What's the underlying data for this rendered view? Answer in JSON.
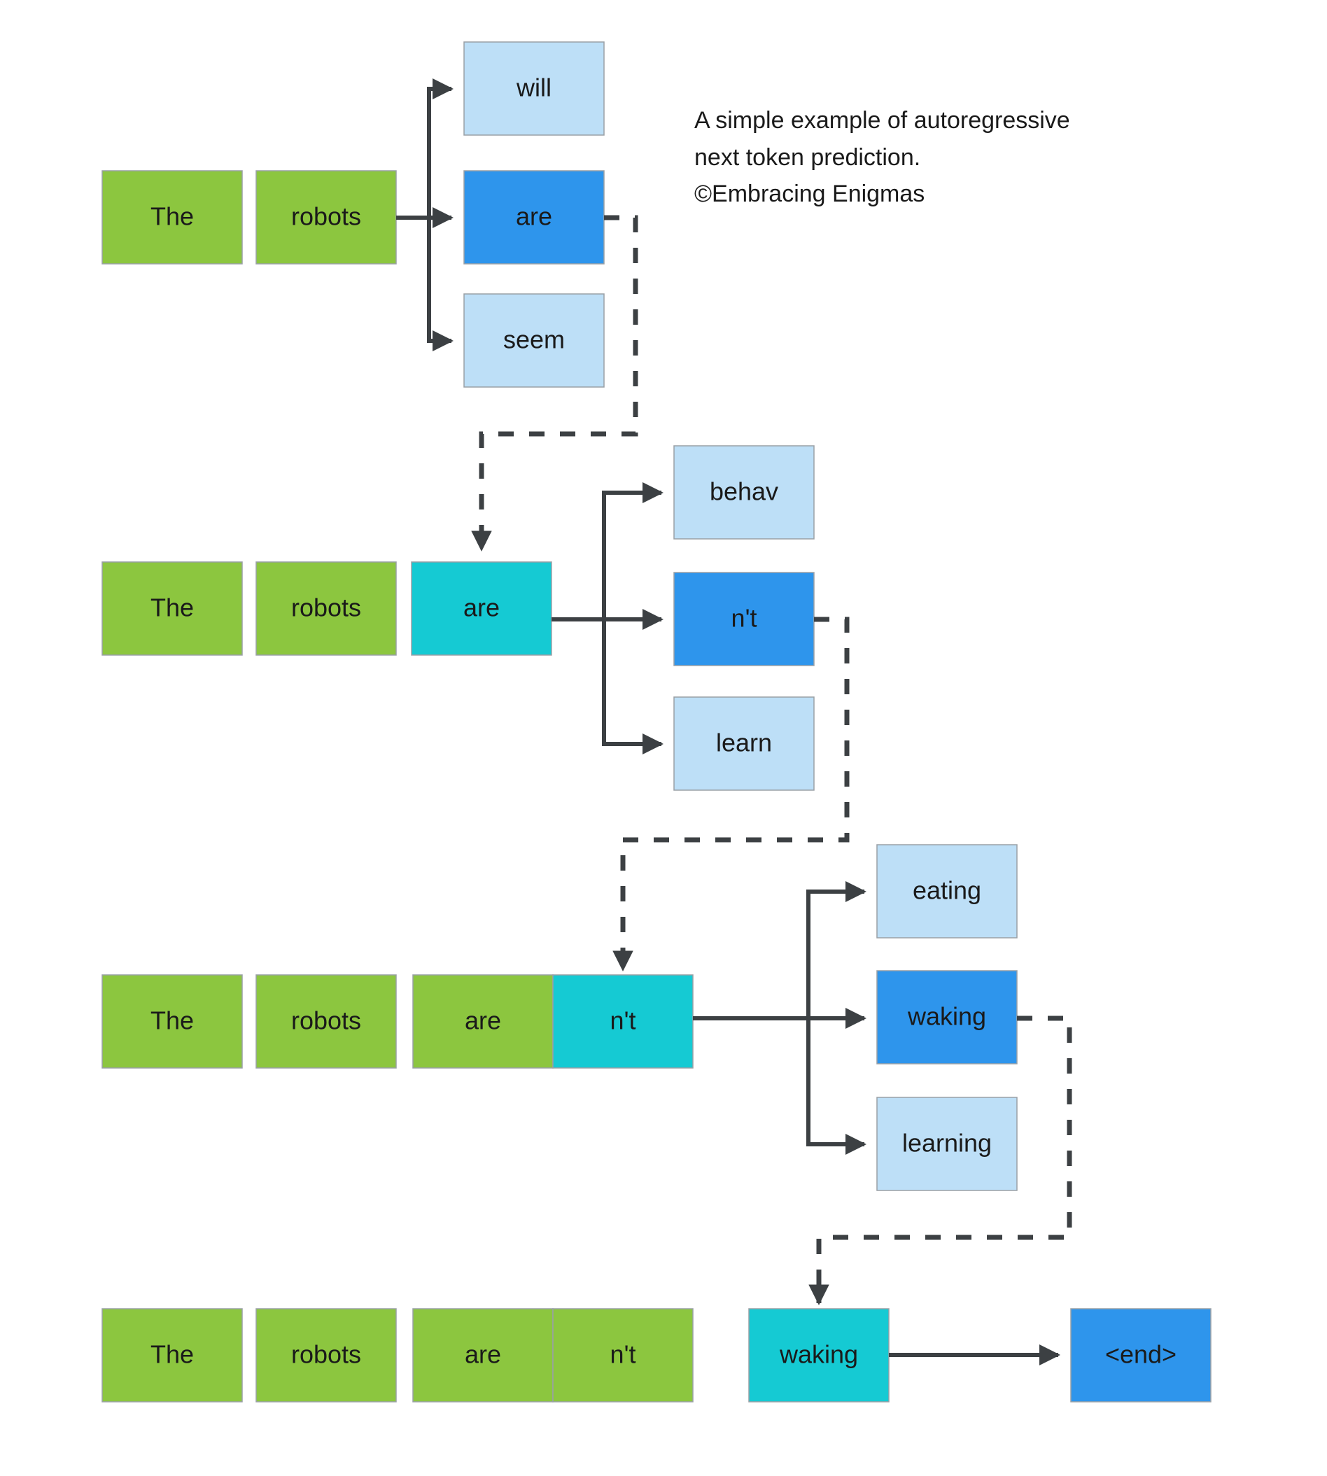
{
  "caption": {
    "line1": "A simple example of autoregressive",
    "line2": "next token prediction.",
    "line3": "©Embracing Enigmas"
  },
  "colors": {
    "context_green": "#8CC63F",
    "selected_teal": "#15CAD3",
    "chosen_blue": "#2E95EC",
    "candidate_light_blue": "#BDDFF7",
    "edge": "#3c4043",
    "box_border": "#9aa0a6",
    "background": "#ffffff",
    "text": "#1a1a1a"
  },
  "steps": [
    {
      "name": "step-1",
      "context": [
        {
          "label": "The",
          "color": "context_green"
        },
        {
          "label": "robots",
          "color": "context_green"
        }
      ],
      "candidates": [
        {
          "label": "will",
          "color": "candidate_light_blue",
          "chosen": false
        },
        {
          "label": "are",
          "color": "chosen_blue",
          "chosen": true
        },
        {
          "label": "seem",
          "color": "candidate_light_blue",
          "chosen": false
        }
      ]
    },
    {
      "name": "step-2",
      "context": [
        {
          "label": "The",
          "color": "context_green"
        },
        {
          "label": "robots",
          "color": "context_green"
        },
        {
          "label": "are",
          "color": "selected_teal"
        }
      ],
      "candidates": [
        {
          "label": "behav",
          "color": "candidate_light_blue",
          "chosen": false
        },
        {
          "label": "n't",
          "color": "chosen_blue",
          "chosen": true
        },
        {
          "label": "learn",
          "color": "candidate_light_blue",
          "chosen": false
        }
      ]
    },
    {
      "name": "step-3",
      "context": [
        {
          "label": "The",
          "color": "context_green"
        },
        {
          "label": "robots",
          "color": "context_green"
        },
        {
          "label": "are",
          "color": "context_green"
        },
        {
          "label": "n't",
          "color": "selected_teal"
        }
      ],
      "candidates": [
        {
          "label": "eating",
          "color": "candidate_light_blue",
          "chosen": false
        },
        {
          "label": "waking",
          "color": "chosen_blue",
          "chosen": true
        },
        {
          "label": "learning",
          "color": "candidate_light_blue",
          "chosen": false
        }
      ]
    },
    {
      "name": "step-4",
      "context": [
        {
          "label": "The",
          "color": "context_green"
        },
        {
          "label": "robots",
          "color": "context_green"
        },
        {
          "label": "are",
          "color": "context_green"
        },
        {
          "label": "n't",
          "color": "context_green"
        },
        {
          "label": "waking",
          "color": "selected_teal"
        }
      ],
      "candidates": [
        {
          "label": "<end>",
          "color": "chosen_blue",
          "chosen": true
        }
      ]
    }
  ]
}
